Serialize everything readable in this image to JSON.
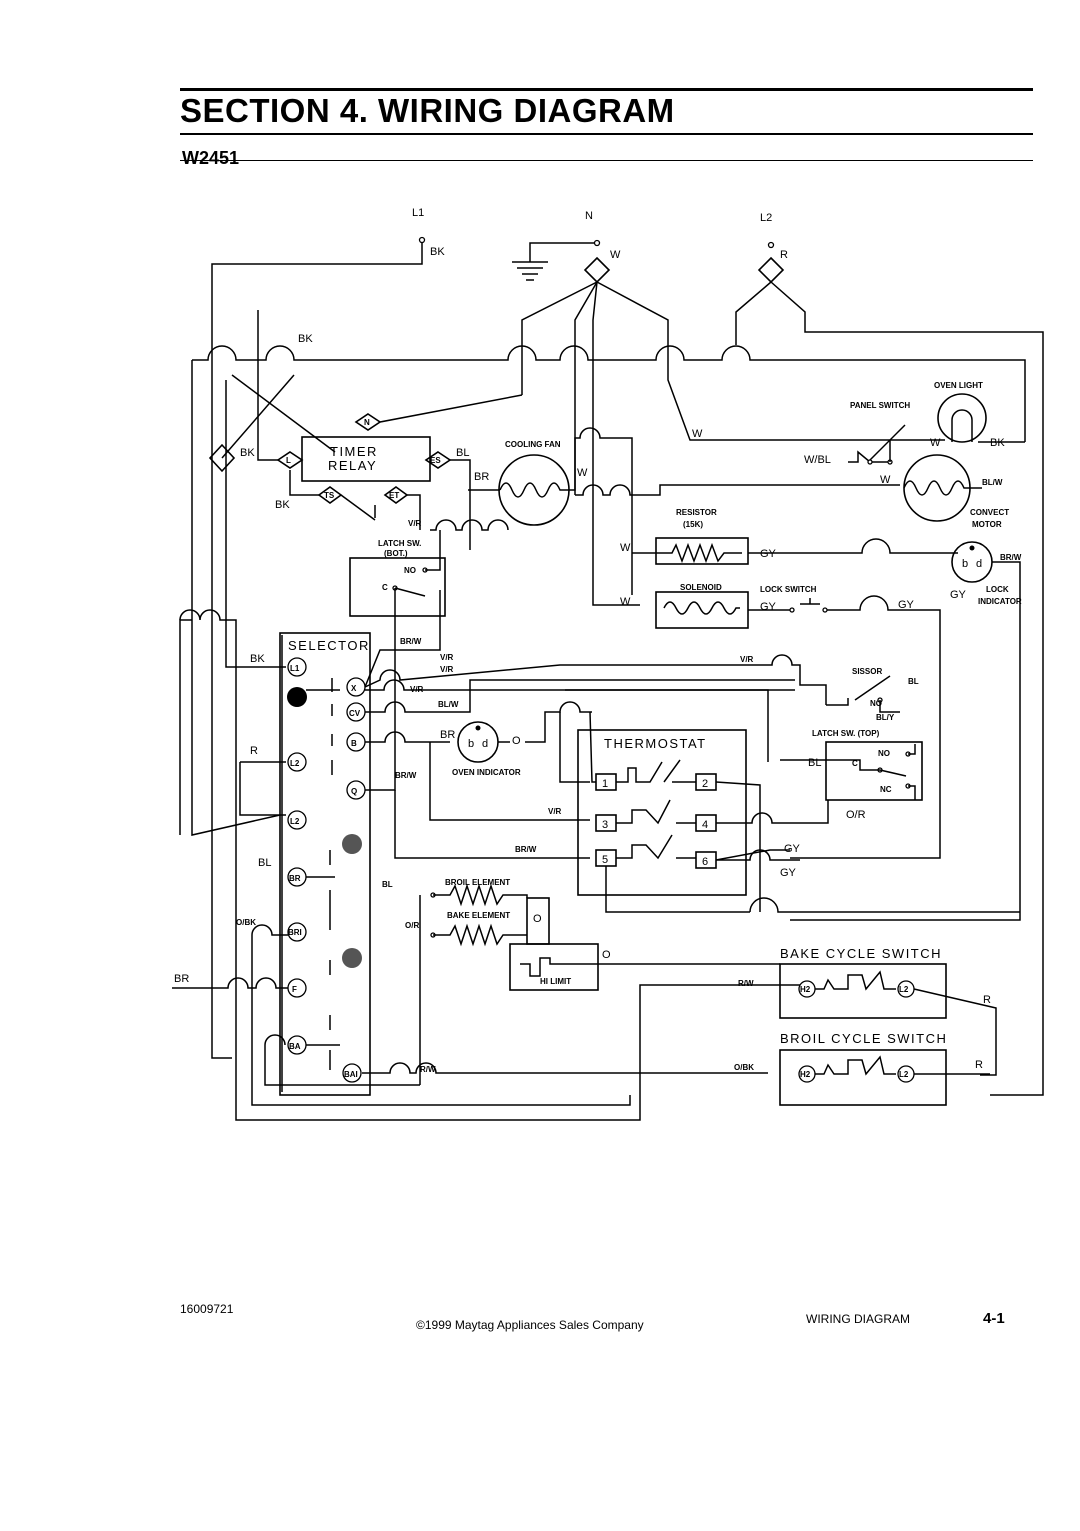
{
  "header": {
    "title": "SECTION 4.  WIRING DIAGRAM",
    "model": "W2451"
  },
  "diagram": {
    "supply": {
      "l1": "L1",
      "n": "N",
      "l2": "L2"
    },
    "wires": {
      "bk": "BK",
      "w": "W",
      "r": "R",
      "bl": "BL",
      "br": "BR",
      "gy": "GY",
      "w_bl": "W/BL",
      "bl_w": "BL/W",
      "br_w": "BR/W",
      "v_r": "V/R",
      "bl_y": "BL/Y",
      "o_r": "O/R",
      "o_bk": "O/BK",
      "r_w": "R/W",
      "o": "O"
    },
    "components": {
      "oven_light": "OVEN LIGHT",
      "panel_switch": "PANEL SWITCH",
      "cooling_fan": "COOLING FAN",
      "convect_motor_1": "CONVECT",
      "convect_motor_2": "MOTOR",
      "timer_relay_1": "TIMER",
      "timer_relay_2": "RELAY",
      "latch_sw_bot_1": "LATCH SW.",
      "latch_sw_bot_2": "(BOT.)",
      "resistor_1": "RESISTOR",
      "resistor_2": "(15K)",
      "solenoid": "SOLENOID",
      "lock_switch": "LOCK SWITCH",
      "lock_indicator_1": "LOCK",
      "lock_indicator_2": "INDICATOR",
      "selector": "SELECTOR",
      "sissor": "SISSOR",
      "latch_sw_top": "LATCH SW. (TOP)",
      "oven_indicator": "OVEN INDICATOR",
      "thermostat": "THERMOSTAT",
      "broil_element": "BROIL ELEMENT",
      "bake_element": "BAKE ELEMENT",
      "hi_limit": "HI LIMIT",
      "bake_cycle_switch": "BAKE CYCLE SWITCH",
      "broil_cycle_switch": "BROIL CYCLE SWITCH"
    },
    "terminals": {
      "n": "N",
      "l": "L",
      "es": "ES",
      "ts": "TS",
      "et": "ET",
      "no": "NO",
      "c": "C",
      "nc": "NC",
      "l1": "L1",
      "x": "X",
      "cv": "CV",
      "b": "B",
      "l2": "L2",
      "q": "Q",
      "br": "BR",
      "bri": "BRI",
      "f": "F",
      "ba": "BA",
      "bai": "BAI",
      "h2": "H2",
      "t1": "1",
      "t2": "2",
      "t3": "3",
      "t4": "4",
      "t5": "5",
      "t6": "6"
    }
  },
  "footer": {
    "code": "16009721",
    "copyright": "©1999 Maytag Appliances Sales Company",
    "section": "WIRING DIAGRAM",
    "page": "4-1"
  }
}
